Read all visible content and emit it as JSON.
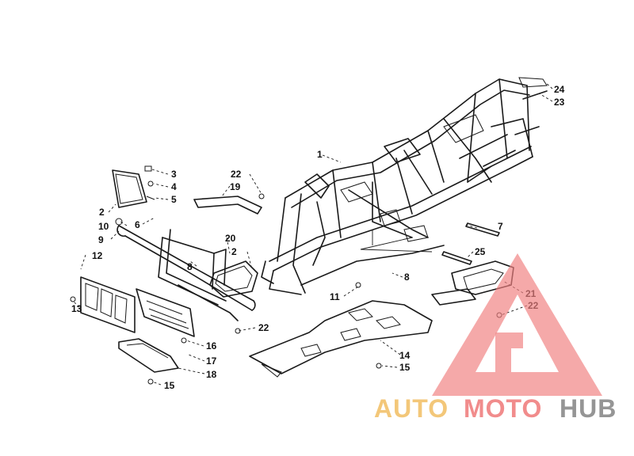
{
  "callouts": [
    {
      "label": "1"
    },
    {
      "label": "2"
    },
    {
      "label": "2"
    },
    {
      "label": "3"
    },
    {
      "label": "4"
    },
    {
      "label": "5"
    },
    {
      "label": "6"
    },
    {
      "label": "7"
    },
    {
      "label": "8"
    },
    {
      "label": "8"
    },
    {
      "label": "9"
    },
    {
      "label": "10"
    },
    {
      "label": "11"
    },
    {
      "label": "12"
    },
    {
      "label": "13"
    },
    {
      "label": "14"
    },
    {
      "label": "15"
    },
    {
      "label": "15"
    },
    {
      "label": "16"
    },
    {
      "label": "17"
    },
    {
      "label": "18"
    },
    {
      "label": "19"
    },
    {
      "label": "20"
    },
    {
      "label": "21"
    },
    {
      "label": "22"
    },
    {
      "label": "22"
    },
    {
      "label": "22"
    },
    {
      "label": "23"
    },
    {
      "label": "24"
    },
    {
      "label": "25"
    }
  ],
  "watermark": {
    "part1": "AUTO",
    "part2": "MOTO",
    "part3": "HUB",
    "color_gold": "#f2c26b",
    "color_red": "#f08080",
    "color_grey": "#8a8a8a"
  }
}
